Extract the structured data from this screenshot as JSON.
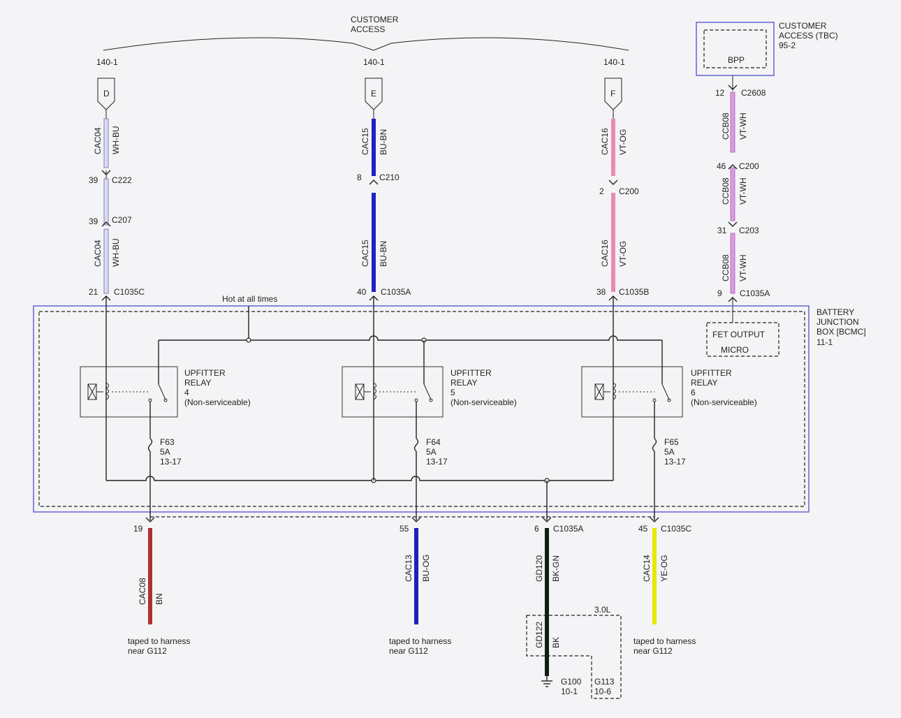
{
  "header": {
    "customer_access": [
      "CUSTOMER",
      "ACCESS"
    ],
    "tbc_label": [
      "CUSTOMER",
      "ACCESS (TBC)",
      "95-2"
    ],
    "bpp": "BPP",
    "ref_d": "140-1",
    "ref_e": "140-1",
    "ref_f": "140-1"
  },
  "connectors_top": {
    "d": "D",
    "e": "E",
    "f": "F"
  },
  "wires_top": {
    "col1": {
      "circuit1": "CAC04",
      "color1": "WH-BU",
      "pin1": "39",
      "conn1": "C222",
      "pin2": "39",
      "conn2": "C207",
      "circuit2": "CAC04",
      "color2": "WH-BU",
      "pin3": "21",
      "conn3": "C1035C",
      "hex": "#dcdcf0"
    },
    "col2": {
      "circuit1": "CAC15",
      "color1": "BU-BN",
      "pin1": "8",
      "conn1": "C210",
      "circuit2": "CAC15",
      "color2": "BU-BN",
      "pin3": "40",
      "conn3": "C1035A",
      "hex": "#2020c8"
    },
    "col3": {
      "circuit1": "CAC16",
      "color1": "VT-OG",
      "pin1": "2",
      "conn1": "C200",
      "circuit2": "CAC16",
      "color2": "VT-OG",
      "pin3": "38",
      "conn3": "C1035B",
      "hex": "#e88cb0"
    },
    "col4": {
      "pin0": "12",
      "conn0": "C2608",
      "circuit1": "CCB08",
      "color1": "VT-WH",
      "pin1": "46",
      "conn1": "C200",
      "circuit2": "CCB08",
      "color2": "VT-WH",
      "pin2": "31",
      "conn2": "C203",
      "circuit3": "CCB08",
      "color3": "VT-WH",
      "pin3": "9",
      "conn3": "C1035A",
      "hex": "#dc9ae0"
    }
  },
  "bjb": {
    "label": [
      "BATTERY",
      "JUNCTION",
      "BOX [BCMC]",
      "11-1"
    ],
    "hot": "Hot at all times",
    "fet": [
      "FET OUTPUT",
      "MICRO"
    ],
    "relays": [
      {
        "l1": "UPFITTER",
        "l2": "RELAY",
        "l3": "4",
        "l4": "(Non-serviceable)"
      },
      {
        "l1": "UPFITTER",
        "l2": "RELAY",
        "l3": "5",
        "l4": "(Non-serviceable)"
      },
      {
        "l1": "UPFITTER",
        "l2": "RELAY",
        "l3": "6",
        "l4": "(Non-serviceable)"
      }
    ],
    "fuses": [
      {
        "name": "F63",
        "amp": "5A",
        "ref": "13-17"
      },
      {
        "name": "F64",
        "amp": "5A",
        "ref": "13-17"
      },
      {
        "name": "F65",
        "amp": "5A",
        "ref": "13-17"
      }
    ]
  },
  "wires_bottom": [
    {
      "pin": "19",
      "conn": "",
      "circuit": "CAC08",
      "color": "BN",
      "hex": "#b03030",
      "note": [
        "taped to harness",
        "near G112"
      ]
    },
    {
      "pin": "55",
      "conn": "",
      "circuit": "CAC13",
      "color": "BU-OG",
      "hex": "#2020b8",
      "note": [
        "taped to harness",
        "near G112"
      ]
    },
    {
      "pin": "6",
      "conn": "C1035A",
      "circuit": "GD120",
      "color": "BK-GN",
      "circuit2": "GD122",
      "color2": "BK",
      "hex": "#102010",
      "variant": "3.0L",
      "g100": [
        "G100",
        "10-1"
      ],
      "g113": [
        "G113",
        "10-6"
      ]
    },
    {
      "pin": "45",
      "conn": "C1035C",
      "circuit": "CAC14",
      "color": "YE-OG",
      "hex": "#e8e800",
      "note": [
        "taped to harness",
        "near G112"
      ]
    }
  ]
}
